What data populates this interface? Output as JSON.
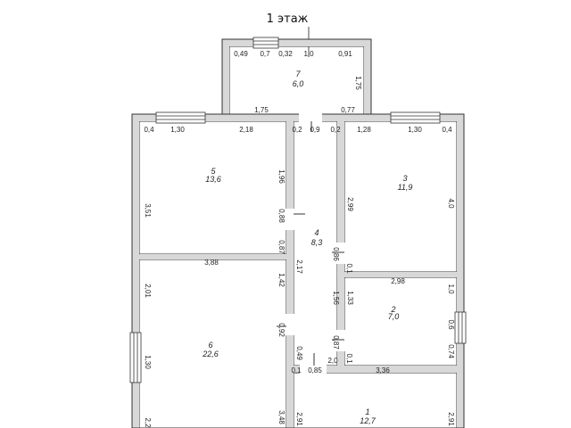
{
  "title": "1 этаж",
  "rooms": [
    {
      "id": "7",
      "num": "7",
      "area": "6,0"
    },
    {
      "id": "5",
      "num": "5",
      "area": "13,6"
    },
    {
      "id": "4",
      "num": "4",
      "area": "8,3"
    },
    {
      "id": "3",
      "num": "3",
      "area": "11,9"
    },
    {
      "id": "2",
      "num": "2",
      "area": "7,0"
    },
    {
      "id": "6",
      "num": "6",
      "area": "22,6"
    },
    {
      "id": "1",
      "num": "1",
      "area": "12,7"
    }
  ],
  "dimensions": [
    {
      "id": "d1",
      "text": "0,49"
    },
    {
      "id": "d2",
      "text": "0,7"
    },
    {
      "id": "d3",
      "text": "0,32"
    },
    {
      "id": "d4",
      "text": "1,0"
    },
    {
      "id": "d5",
      "text": "0,91"
    },
    {
      "id": "d6",
      "text": "1,75"
    },
    {
      "id": "d7",
      "text": "1,75"
    },
    {
      "id": "d8",
      "text": "0,77"
    },
    {
      "id": "d9",
      "text": "0,4"
    },
    {
      "id": "d10",
      "text": "1,30"
    },
    {
      "id": "d11",
      "text": "2,18"
    },
    {
      "id": "d12",
      "text": "0,2"
    },
    {
      "id": "d13",
      "text": "0,9"
    },
    {
      "id": "d14",
      "text": "0,2"
    },
    {
      "id": "d15",
      "text": "1,28"
    },
    {
      "id": "d16",
      "text": "1,30"
    },
    {
      "id": "d17",
      "text": "0,4"
    },
    {
      "id": "d18",
      "text": "3,51"
    },
    {
      "id": "d19",
      "text": "1,96"
    },
    {
      "id": "d20",
      "text": "0,88"
    },
    {
      "id": "d21",
      "text": "0,87"
    },
    {
      "id": "d22",
      "text": "2,99"
    },
    {
      "id": "d23",
      "text": "4,0"
    },
    {
      "id": "d24",
      "text": "3,88"
    },
    {
      "id": "d25",
      "text": "2,17"
    },
    {
      "id": "d26",
      "text": "0,86"
    },
    {
      "id": "d27",
      "text": "0,1"
    },
    {
      "id": "d28",
      "text": "2,98"
    },
    {
      "id": "d29",
      "text": "1,0"
    },
    {
      "id": "d30",
      "text": "2,01"
    },
    {
      "id": "d31",
      "text": "1,42"
    },
    {
      "id": "d32",
      "text": "1,56"
    },
    {
      "id": "d33",
      "text": "1,33"
    },
    {
      "id": "d34",
      "text": "0,6"
    },
    {
      "id": "d35",
      "text": "0,92"
    },
    {
      "id": "d36",
      "text": "0,87"
    },
    {
      "id": "d37",
      "text": "0,74"
    },
    {
      "id": "d38",
      "text": "1,30"
    },
    {
      "id": "d39",
      "text": "0,49"
    },
    {
      "id": "d40",
      "text": "2,0"
    },
    {
      "id": "d41",
      "text": "0,1"
    },
    {
      "id": "d42",
      "text": "0,1"
    },
    {
      "id": "d43",
      "text": "0,85"
    },
    {
      "id": "d44",
      "text": "3,36"
    },
    {
      "id": "d45",
      "text": "2,2"
    },
    {
      "id": "d46",
      "text": "3,48"
    },
    {
      "id": "d47",
      "text": "2,91"
    },
    {
      "id": "d48",
      "text": "2,91"
    }
  ]
}
